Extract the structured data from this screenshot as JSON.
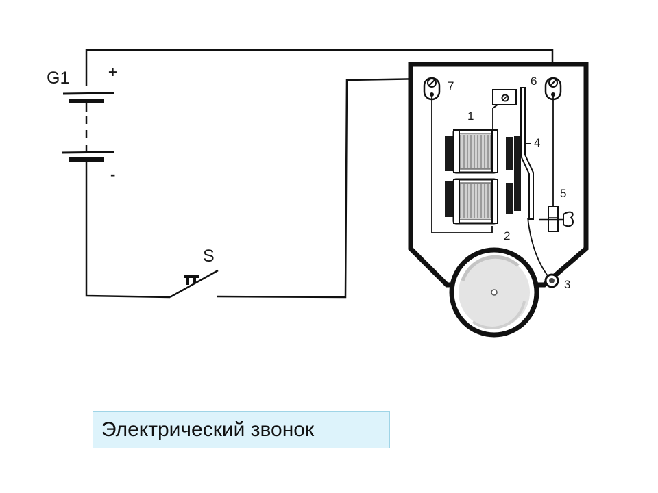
{
  "labels": {
    "battery": "G1",
    "plus": "+",
    "minus": "-",
    "switch": "S",
    "p1": "1",
    "p2": "2",
    "p3": "3",
    "p4": "4",
    "p5": "5",
    "p6": "6",
    "p7": "7"
  },
  "caption": "Электрический звонок",
  "colors": {
    "ink": "#111111",
    "caption_bg": "#ddf3fb",
    "caption_border": "#9fd4e6"
  }
}
